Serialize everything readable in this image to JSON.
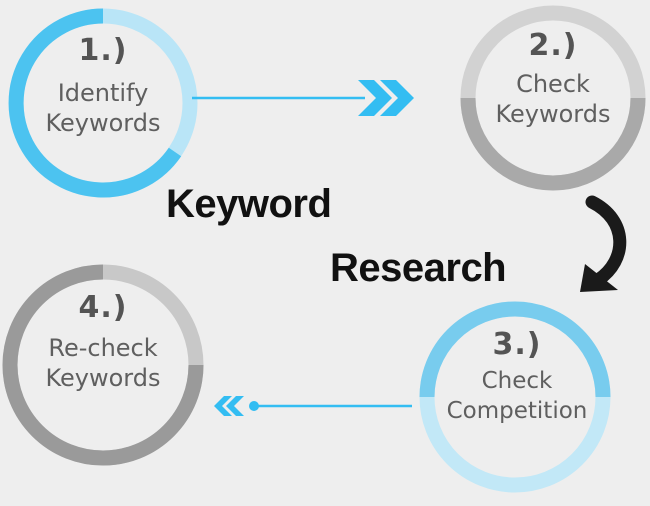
{
  "title": {
    "line1": "Keyword",
    "line2": "Research"
  },
  "steps": [
    {
      "number": "1.)",
      "line1": "Identify",
      "line2": "Keywords",
      "ring_color": "#4cc3f0",
      "ring_light": "#b9e5f7"
    },
    {
      "number": "2.)",
      "line1": "Check",
      "line2": "Keywords",
      "ring_color": "#a9a9a9",
      "ring_light": "#d2d2d2"
    },
    {
      "number": "3.)",
      "line1": "Check",
      "line2": "Competition",
      "ring_color": "#78ccee",
      "ring_light": "#c2e8f7"
    },
    {
      "number": "4.)",
      "line1": "Re-check",
      "line2": "Keywords",
      "ring_color": "#9a9a9a",
      "ring_light": "#c8c8c8"
    }
  ],
  "colors": {
    "background": "#eeeeee",
    "accent_blue": "#33bdf2",
    "dark_arrow": "#1a1a1a"
  }
}
